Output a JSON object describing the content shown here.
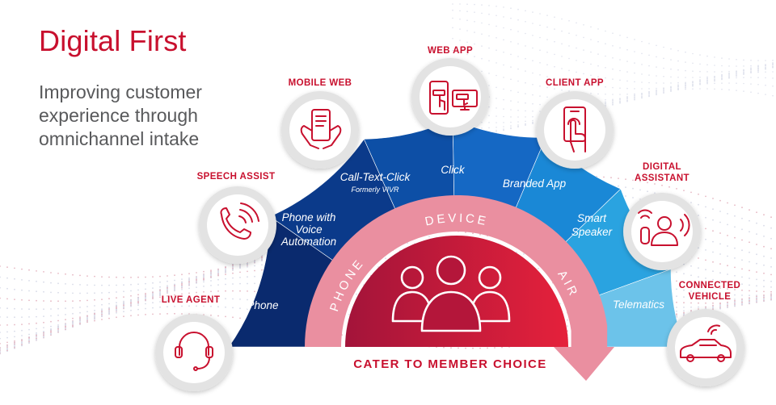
{
  "header": {
    "title": "Digital First",
    "subtitle_lines": [
      "Improving customer",
      "experience through",
      "omnichannel intake"
    ]
  },
  "channels": {
    "live_agent": "LIVE AGENT",
    "speech_assist": "SPEECH ASSIST",
    "mobile_web": "MOBILE WEB",
    "web_app": "WEB APP",
    "client_app": "CLIENT APP",
    "digital_assistant": [
      "DIGITAL",
      "ASSISTANT"
    ],
    "connected_vehicle": [
      "CONNECTED",
      "VEHICLE"
    ]
  },
  "segments": {
    "phone": "Phone",
    "voice_automation": [
      "Phone with",
      "Voice",
      "Automation"
    ],
    "call_text_click": "Call-Text-Click",
    "call_text_click_note": "Formerly VIVR",
    "click": "Click",
    "branded_app": "Branded App",
    "smart_speaker": [
      "Smart",
      "Speaker"
    ],
    "telematics": "Telematics"
  },
  "arc_words": {
    "left": "PHONE",
    "top": "DEVICE",
    "right": "AIR"
  },
  "footer": {
    "cater": "CATER TO MEMBER CHOICE"
  },
  "colors": {
    "brand_red": "#c8102e",
    "segments": [
      "#0a2a6e",
      "#0b3a8a",
      "#0d4fa6",
      "#1568c4",
      "#1a88d6",
      "#2aa3e0",
      "#6cc3ea"
    ],
    "arrow": "#ea8fa0",
    "center_start": "#a3143a",
    "center_end": "#e5213b"
  },
  "icons": [
    "headset-icon",
    "phone-waves-icon",
    "hands-phone-icon",
    "touch-screen-icon",
    "finger-tap-phone-icon",
    "voice-assistant-icon",
    "connected-car-icon",
    "people-group-icon"
  ]
}
